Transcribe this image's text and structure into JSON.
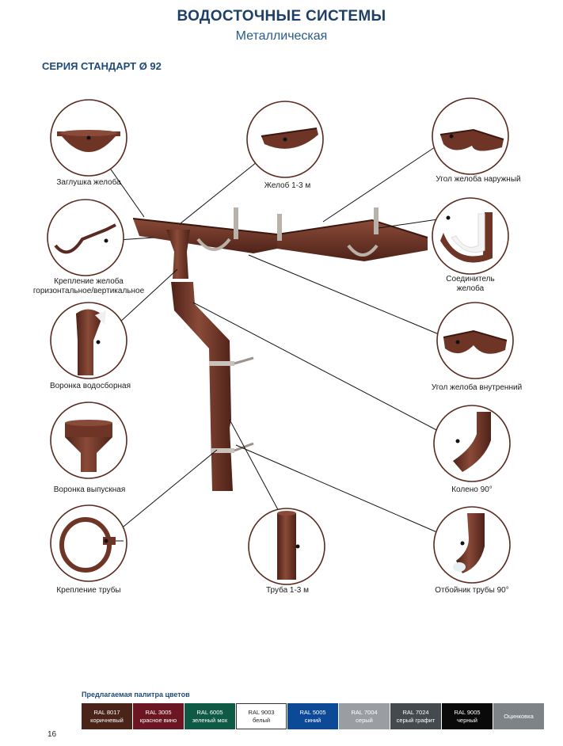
{
  "header": {
    "title": "ВОДОСТОЧНЫЕ СИСТЕМЫ",
    "subtitle": "Металлическая",
    "series": "СЕРИЯ СТАНДАРТ Ø 92"
  },
  "parts": [
    {
      "id": "zaglushka",
      "label": "Заглушка желоба"
    },
    {
      "id": "zheloba",
      "label": "Желоб 1-3 м"
    },
    {
      "id": "ugol-nar",
      "label": "Угол желоба наружный"
    },
    {
      "id": "kreplenie-zheloba",
      "label": "Крепление желоба горизонтальное/вертикальное"
    },
    {
      "id": "soedinitel",
      "label": "Соединитель желоба"
    },
    {
      "id": "voronka-vodosbornaya",
      "label": "Воронка водосборная"
    },
    {
      "id": "ugol-vnutr",
      "label": "Угол желоба внутренний"
    },
    {
      "id": "koleno",
      "label": "Колено 90°"
    },
    {
      "id": "voronka-vypusknaya",
      "label": "Воронка выпускная"
    },
    {
      "id": "kreplenie-truby",
      "label": "Крепление трубы"
    },
    {
      "id": "truba",
      "label": "Труба 1-3 м"
    },
    {
      "id": "otboynik",
      "label": "Отбойник трубы 90°"
    }
  ],
  "labels_split": {
    "kreplenie_line1": "Крепление желоба",
    "kreplenie_line2": "горизонтальное/вертикальное",
    "soedinitel_line1": "Соединитель",
    "soedinitel_line2": "желоба"
  },
  "palette": {
    "title": "Предлагаемая палитра цветов",
    "swatches": [
      {
        "code": "RAL 8017",
        "name": "коричневый",
        "bg": "#4a2419",
        "fg": "#ffffff"
      },
      {
        "code": "RAL 3005",
        "name": "красное вино",
        "bg": "#6b1622",
        "fg": "#ffffff"
      },
      {
        "code": "RAL 6005",
        "name": "зеленый мох",
        "bg": "#0f5a44",
        "fg": "#ffffff"
      },
      {
        "code": "RAL 9003",
        "name": "белый",
        "bg": "#ffffff",
        "fg": "#222222"
      },
      {
        "code": "RAL 5005",
        "name": "синий",
        "bg": "#0c4a98",
        "fg": "#ffffff"
      },
      {
        "code": "RAL 7004",
        "name": "серый",
        "bg": "#9a9ea2",
        "fg": "#ffffff"
      },
      {
        "code": "RAL 7024",
        "name": "серый графит",
        "bg": "#454a4e",
        "fg": "#ffffff"
      },
      {
        "code": "RAL 9005",
        "name": "черный",
        "bg": "#0a0a0a",
        "fg": "#ffffff"
      },
      {
        "code": "",
        "name": "Оцинковка",
        "bg": "#7d8387",
        "fg": "#ffffff"
      }
    ]
  },
  "page_number": "16",
  "colors": {
    "product_brown": "#6e3526",
    "product_brown_dark": "#4e2218",
    "circle_border": "#5a2a20",
    "title_blue": "#1e3f66"
  }
}
